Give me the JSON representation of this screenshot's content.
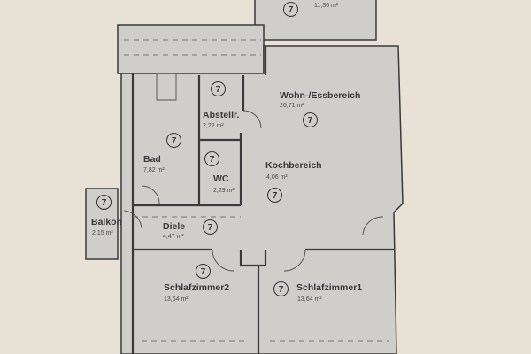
{
  "colors": {
    "background": "#e8e2d6",
    "paper": "#cfcecb",
    "wall": "#3a3a3a"
  },
  "room_marker": "7",
  "rooms": [
    {
      "name": "",
      "area": "11,36 m²"
    },
    {
      "name": "Wohn-/Essbereich",
      "area": "26,71 m²"
    },
    {
      "name": "Abstellr.",
      "area": "2,22 m²"
    },
    {
      "name": "Bad",
      "area": "7,82 m²"
    },
    {
      "name": "WC",
      "area": "2,29 m²"
    },
    {
      "name": "Kochbereich",
      "area": "4,06 m²"
    },
    {
      "name": "Balkon",
      "area": "2,15 m²"
    },
    {
      "name": "Diele",
      "area": "4,47 m²"
    },
    {
      "name": "Schlafzimmer2",
      "area": "13,64 m²"
    },
    {
      "name": "Schlafzimmer1",
      "area": "13,64 m²"
    }
  ]
}
